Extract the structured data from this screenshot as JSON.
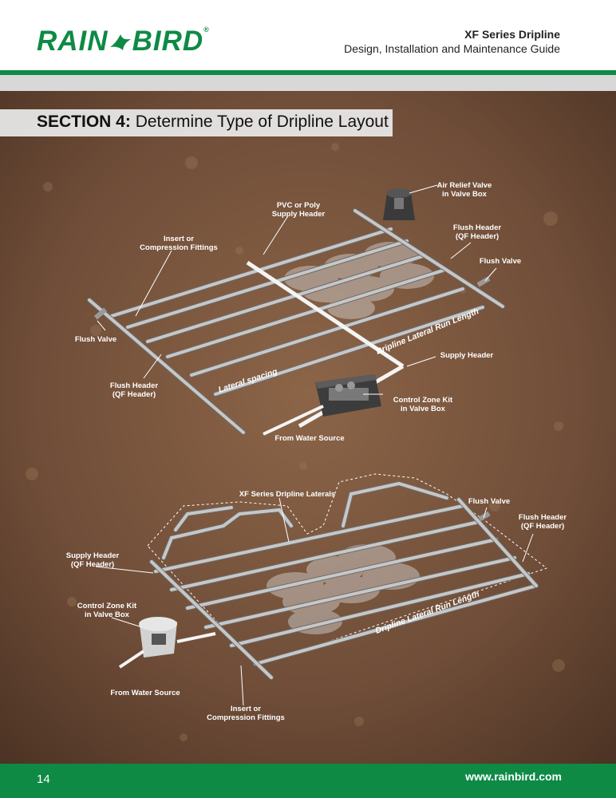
{
  "header": {
    "brand": "RAIN",
    "brand2": "BIRD",
    "trademark": "®",
    "title": "XF Series Dripline",
    "subtitle": "Design, Installation and Maintenance Guide"
  },
  "section": {
    "number": "SECTION 4:",
    "title": "Determine Type of Dripline Layout"
  },
  "diagram1": {
    "labels": {
      "air_relief_1": "Air Relief Valve",
      "air_relief_2": "in Valve Box",
      "pvc_1": "PVC or Poly",
      "pvc_2": "Supply Header",
      "insert_1": "Insert or",
      "insert_2": "Compression Fittings",
      "flush_header_right_1": "Flush Header",
      "flush_header_right_2": "(QF Header)",
      "flush_valve_right": "Flush Valve",
      "flush_valve_left": "Flush Valve",
      "run_length": "Dripline Lateral Run Length",
      "supply_header": "Supply Header",
      "lateral_spacing": "Lateral spacing",
      "flush_header_left_1": "Flush Header",
      "flush_header_left_2": "(QF Header)",
      "czk_1": "Control Zone Kit",
      "czk_2": "in Valve Box",
      "water_source": "From Water Source"
    }
  },
  "diagram2": {
    "labels": {
      "laterals": "XF Series Dripline Laterals",
      "flush_valve": "Flush Valve",
      "flush_header_1": "Flush Header",
      "flush_header_2": "(QF Header)",
      "supply_header_1": "Supply Header",
      "supply_header_2": "(QF Header)",
      "czk_1": "Control Zone Kit",
      "czk_2": "in Valve Box",
      "run_length": "Dripline Lateral Run Length",
      "water_source": "From Water Source",
      "insert_1": "Insert or",
      "insert_2": "Compression Fittings"
    }
  },
  "footer": {
    "page": "14",
    "website": "www.rainbird.com"
  },
  "colors": {
    "brand_green": "#0e8a45",
    "soil": "#7a5640",
    "pipe": "#c7c7c7"
  }
}
